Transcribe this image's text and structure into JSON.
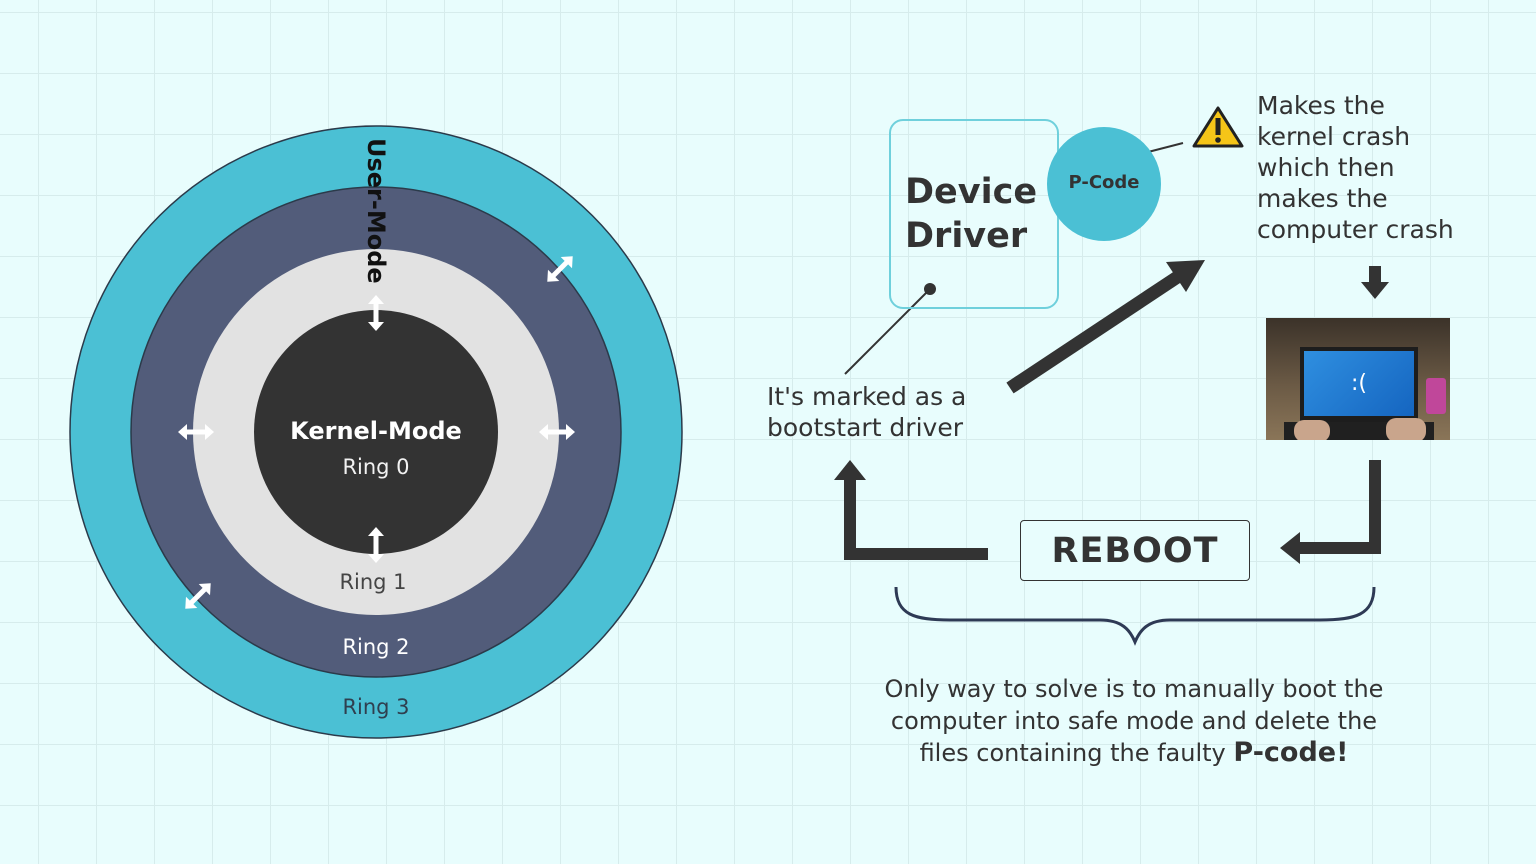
{
  "rings": {
    "user_mode_label": "User-Mode",
    "kernel_mode_label": "Kernel-Mode",
    "ring0_label": "Ring 0",
    "ring1_label": "Ring 1",
    "ring2_label": "Ring 2",
    "ring3_label": "Ring 3"
  },
  "flow": {
    "device_driver_label": "Device Driver",
    "pcode_label": "P-Code",
    "crash_text": "Makes the kernel crash which then makes the computer crash",
    "crash_lines": [
      "Makes the",
      "kernel crash",
      "which then",
      "makes the",
      "computer crash"
    ],
    "screen_face": ":(",
    "bootstart_lines": [
      "It's marked as a",
      "bootstart driver"
    ],
    "reboot_label": "REBOOT",
    "solve_line1": "Only way to solve is to manually boot the",
    "solve_line2": "computer into safe mode and delete the",
    "solve_line3_prefix": "files containing the faulty",
    "solve_emphasis": "P-code!"
  },
  "colors": {
    "background": "#e8fdfd",
    "ring3": "#4bc0d4",
    "ring2": "#525c7a",
    "ring1": "#e2e2e2",
    "kernel": "#333333",
    "accent_warning": "#f5c518"
  },
  "icons": [
    "double-arrow-icon",
    "warning-icon",
    "arrow-down-icon",
    "arrow-icon",
    "brace-icon"
  ]
}
